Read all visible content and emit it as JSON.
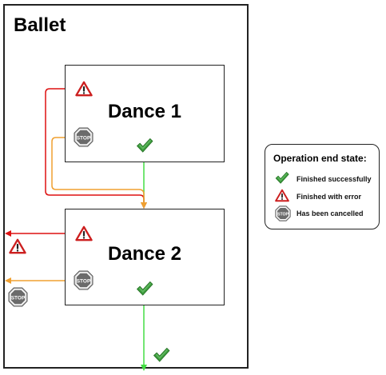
{
  "ballet": {
    "title": "Ballet"
  },
  "dances": [
    {
      "title": "Dance 1"
    },
    {
      "title": "Dance 2"
    }
  ],
  "legend": {
    "title": "Operation end state:",
    "items": [
      {
        "icon": "checkmark-icon",
        "label": "Finished successfully"
      },
      {
        "icon": "warning-icon",
        "label": "Finished with error"
      },
      {
        "icon": "stop-icon",
        "label": "Has been cancelled"
      }
    ]
  },
  "stop_sign_text": "STOP",
  "colors": {
    "success": "#44dd44",
    "error": "#dd1111",
    "cancelled": "#f0a030",
    "check": "#2e8b2e"
  }
}
